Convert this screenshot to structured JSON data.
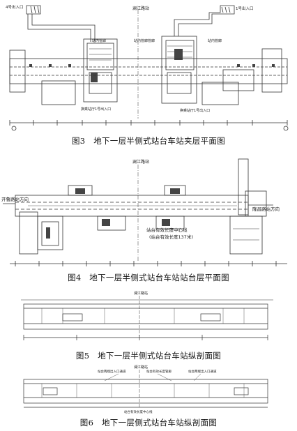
{
  "figures": [
    {
      "id": "fig3",
      "caption": "图3　地下一层半侧式站台车站夹层平面图",
      "labels": {
        "road": "澜江路站",
        "exit_a1_left": "4号出入口",
        "exit_a1_right": "1号出入口",
        "middle_left": "站内管廊",
        "middle_center": "站内管廊管廊",
        "middle_right": "站内管廊",
        "entrance_left": "换乘站厅1号出入口",
        "entrance_right": "换乘站厅1号出入口"
      }
    },
    {
      "id": "fig4",
      "caption": "图4　地下一层半侧式站台车站站台层平面图",
      "labels": {
        "road": "澜江路站",
        "direction_left": "开鲁路站方向",
        "direction_right": "隆昌路站方向",
        "note_line1": "站台有效长度中心线",
        "note_line2": "(站台有效长度137米)"
      }
    },
    {
      "id": "fig5",
      "caption": "图5　地下一层半侧式站台车站纵剖面图",
      "labels": {
        "top_center": "澜江路站"
      }
    },
    {
      "id": "fig6",
      "caption": "图6　地下一层侧式站台车站纵剖面图",
      "labels": {
        "top_center": "澜江路站",
        "note_left": "站台两端出入口通道",
        "note_center": "站台有效长度管廊",
        "note_right": "站台两端出入口通道",
        "bottom_note": "站台有效长度中心线"
      }
    }
  ]
}
